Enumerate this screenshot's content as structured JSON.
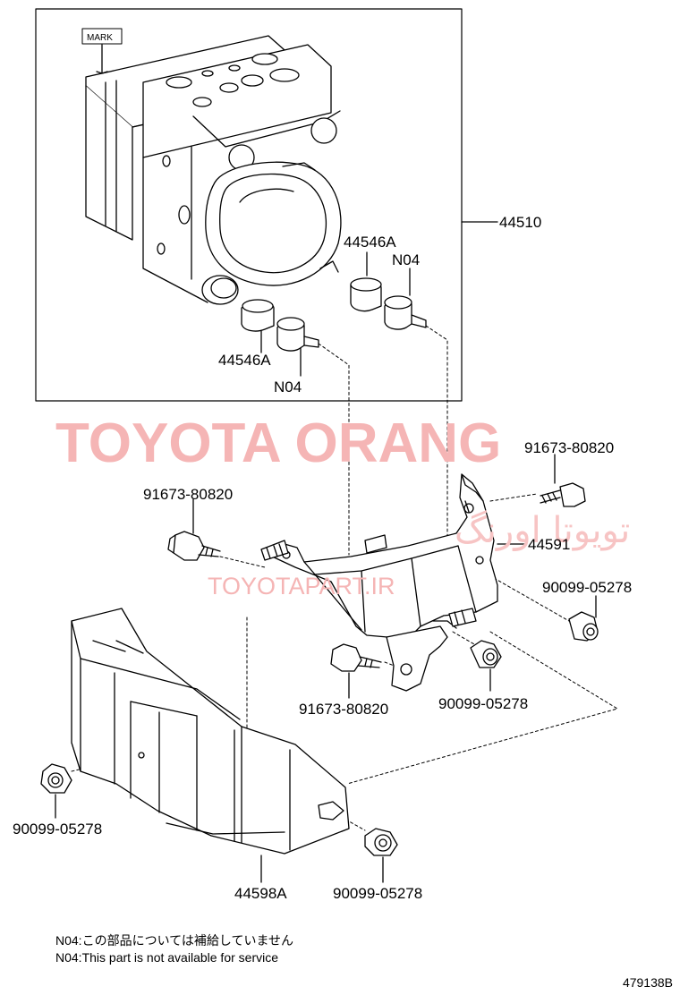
{
  "callouts": {
    "mark": "MARK",
    "actuator": "44510",
    "cushion_upper": "44546A",
    "cushion_lower": "44546A",
    "n04_upper": "N04",
    "n04_lower": "N04",
    "bolt_top_right": "91673-80820",
    "bolt_left": "91673-80820",
    "bolt_bottom": "91673-80820",
    "bracket": "44591",
    "nut_right": "90099-05278",
    "nut_center": "90099-05278",
    "nut_left": "90099-05278",
    "nut_bottom": "90099-05278",
    "cover": "44598A"
  },
  "watermark": {
    "brand_latin": "TOYOTA ORANG",
    "brand_persian": "تویوتا اورنگ",
    "website": "TOYOTAPART.IR"
  },
  "notes": {
    "japanese": "N04:この部品については補給していません",
    "english": "N04:This part is not available for service"
  },
  "illustration_code": "479138B"
}
